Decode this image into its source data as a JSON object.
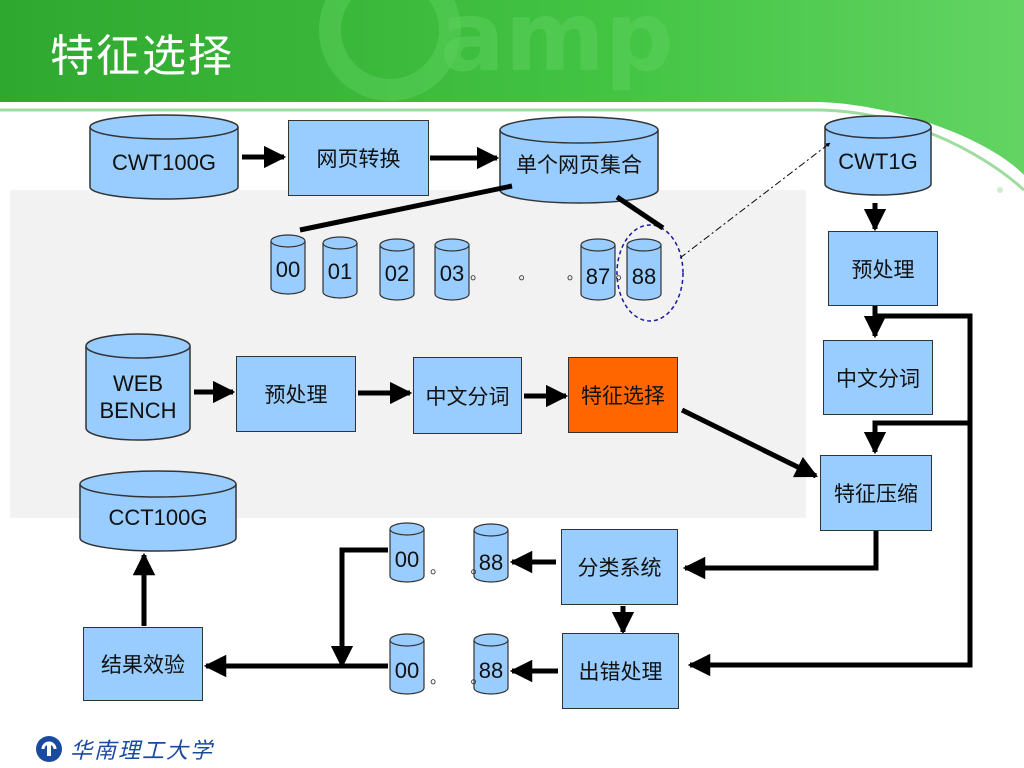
{
  "slide": {
    "title": "特征选择"
  },
  "diagram": {
    "cylinders": {
      "cwt100g": "CWT100G",
      "single_page_set": "单个网页集合",
      "cwt1g": "CWT1G",
      "webbench_line1": "WEB",
      "webbench_line2": "BENCH",
      "cct100g": "CCT100G",
      "p00": "00",
      "p01": "01",
      "p02": "02",
      "p03": "03",
      "p87": "87",
      "p88": "88",
      "cls_00": "00",
      "cls_88": "88",
      "err_00": "00",
      "err_88": "88"
    },
    "boxes": {
      "web_convert": "网页转换",
      "preprocess_left": "预处理",
      "segment_left": "中文分词",
      "feature_select": "特征选择",
      "preprocess_right": "预处理",
      "segment_right": "中文分词",
      "feature_compress": "特征压缩",
      "classify": "分类系统",
      "error_handle": "出错处理",
      "result_verify": "结果效验"
    },
    "dots_main": "。 。 。 。",
    "dots_small_1": "。 。",
    "dots_small_2": "。 。"
  },
  "footer": {
    "university": "华南理工大学"
  },
  "colors": {
    "green": "#3cbe3c",
    "box_blue": "#99ccff",
    "highlight_orange": "#ff6600",
    "navy_dashed": "#1a1aa0"
  }
}
